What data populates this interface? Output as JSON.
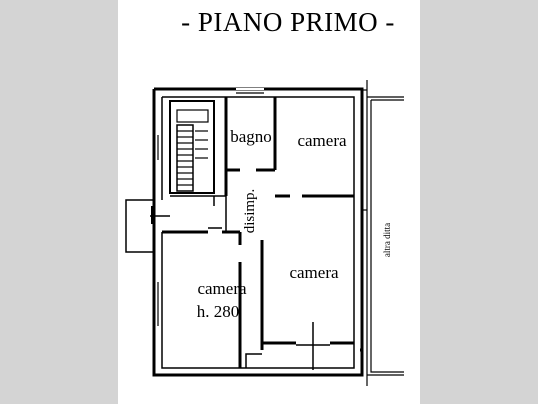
{
  "title": "- PIANO PRIMO -",
  "rooms": {
    "bagno": "bagno",
    "camera_top": "camera",
    "disimpegno": "disimp.",
    "camera_left": "camera",
    "camera_left_height": "h. 280",
    "camera_right": "camera"
  },
  "neighbor_label": "altra ditta",
  "colors": {
    "background": "#d4d4d4",
    "paper": "#ffffff",
    "ink": "#000000"
  }
}
